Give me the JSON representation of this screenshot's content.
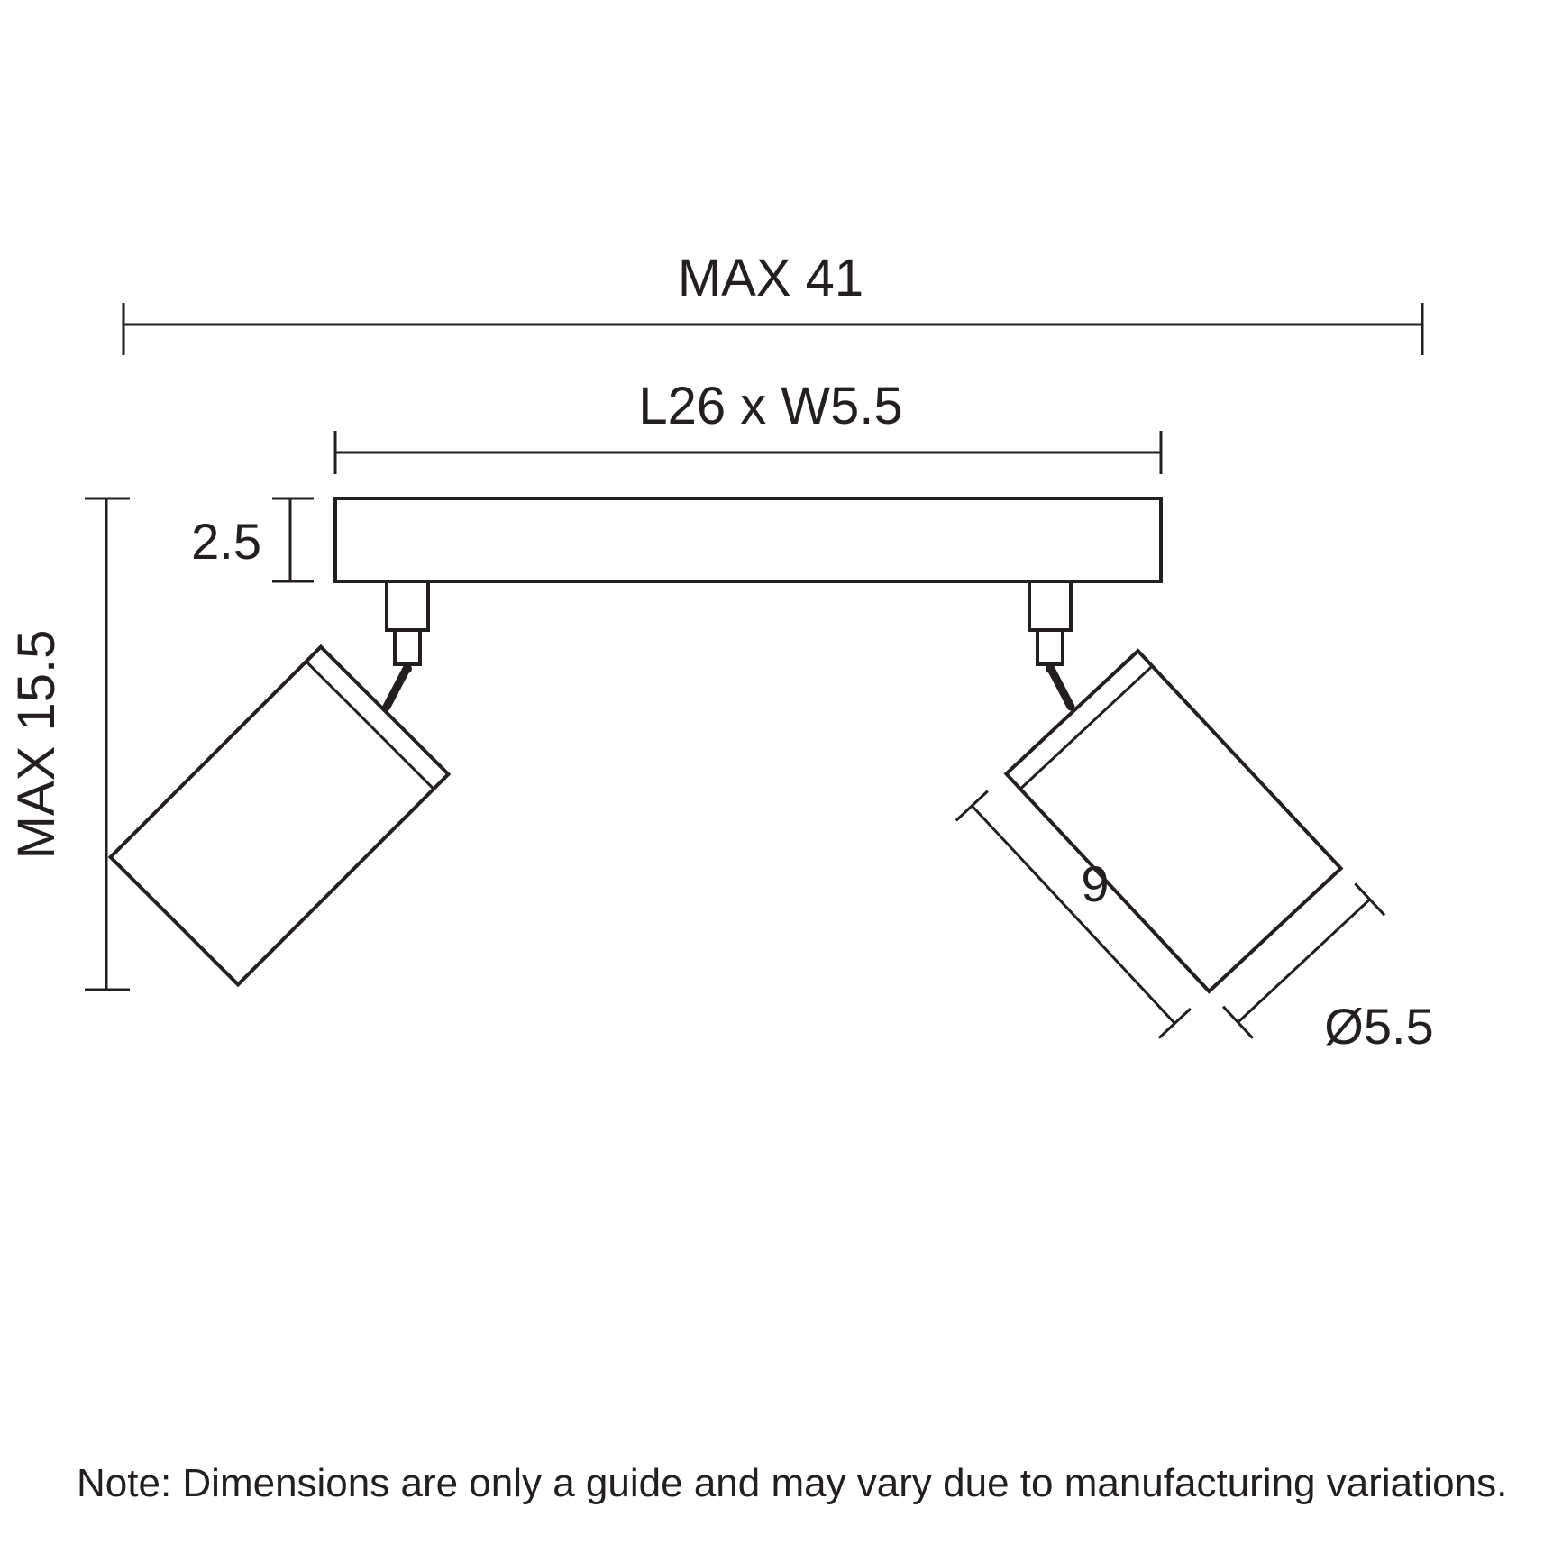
{
  "colors": {
    "ink": "#231f20",
    "background": "#ffffff"
  },
  "labels": {
    "max_width": "MAX 41",
    "plate_size": "L26 x W5.5",
    "plate_thickness": "2.5",
    "max_height": "MAX 15.5",
    "head_length": "9",
    "head_diameter": "Ø5.5"
  },
  "note": "Note: Dimensions are only a guide and may vary due to manufacturing variations."
}
